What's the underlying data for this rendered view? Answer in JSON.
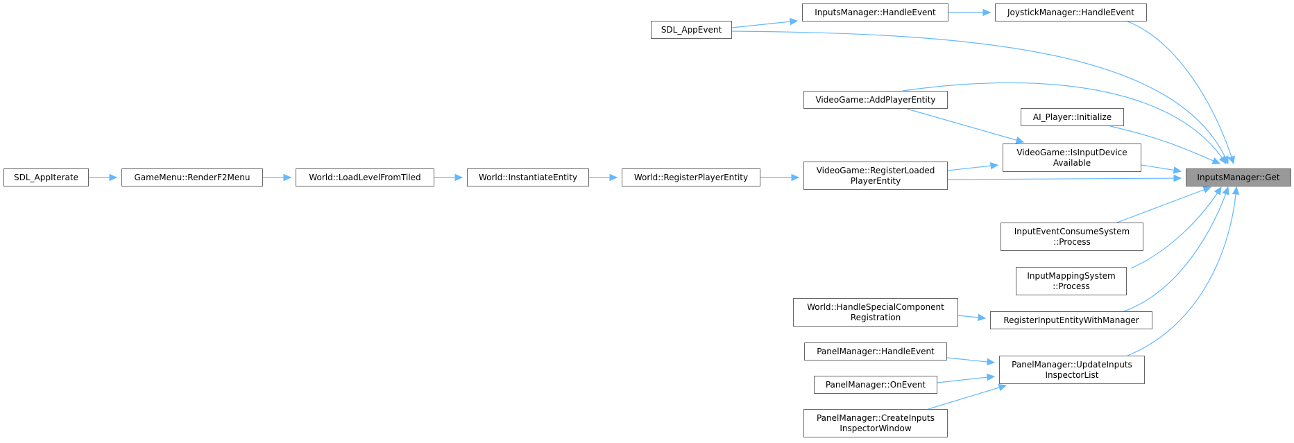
{
  "diagram": {
    "edge_color": "#63b8ff",
    "root_fill": "#999999",
    "node_border": "#666666",
    "nodes": [
      {
        "id": "get",
        "lines": [
          "InputsManager::Get"
        ],
        "root": true
      },
      {
        "id": "sdl_appiterate",
        "lines": [
          "SDL_AppIterate"
        ]
      },
      {
        "id": "render_f2",
        "lines": [
          "GameMenu::RenderF2Menu"
        ]
      },
      {
        "id": "load_level",
        "lines": [
          "World::LoadLevelFromTiled"
        ]
      },
      {
        "id": "instantiate",
        "lines": [
          "World::InstantiateEntity"
        ]
      },
      {
        "id": "register_player",
        "lines": [
          "World::RegisterPlayerEntity"
        ]
      },
      {
        "id": "sdl_appevent",
        "lines": [
          "SDL_AppEvent"
        ]
      },
      {
        "id": "inputs_handle",
        "lines": [
          "InputsManager::HandleEvent"
        ]
      },
      {
        "id": "joystick_handle",
        "lines": [
          "JoystickManager::HandleEvent"
        ]
      },
      {
        "id": "add_player",
        "lines": [
          "VideoGame::AddPlayerEntity"
        ]
      },
      {
        "id": "ai_init",
        "lines": [
          "AI_Player::Initialize"
        ]
      },
      {
        "id": "is_input_device",
        "lines": [
          "VideoGame::IsInputDevice",
          "Available"
        ]
      },
      {
        "id": "register_loaded",
        "lines": [
          "VideoGame::RegisterLoaded",
          "PlayerEntity"
        ]
      },
      {
        "id": "consume_process",
        "lines": [
          "InputEventConsumeSystem",
          "::Process"
        ]
      },
      {
        "id": "mapping_process",
        "lines": [
          "InputMappingSystem",
          "::Process"
        ]
      },
      {
        "id": "handle_special",
        "lines": [
          "World::HandleSpecialComponent",
          "Registration"
        ]
      },
      {
        "id": "register_input_entity",
        "lines": [
          "RegisterInputEntityWithManager"
        ]
      },
      {
        "id": "panel_handle",
        "lines": [
          "PanelManager::HandleEvent"
        ]
      },
      {
        "id": "update_inputs",
        "lines": [
          "PanelManager::UpdateInputs",
          "InspectorList"
        ]
      },
      {
        "id": "panel_onevent",
        "lines": [
          "PanelManager::OnEvent"
        ]
      },
      {
        "id": "create_inputs",
        "lines": [
          "PanelManager::CreateInputs",
          "InspectorWindow"
        ]
      }
    ],
    "edges": [
      {
        "from": "sdl_appiterate",
        "to": "render_f2"
      },
      {
        "from": "render_f2",
        "to": "load_level"
      },
      {
        "from": "load_level",
        "to": "instantiate"
      },
      {
        "from": "instantiate",
        "to": "register_player"
      },
      {
        "from": "register_player",
        "to": "register_loaded"
      },
      {
        "from": "sdl_appevent",
        "to": "inputs_handle"
      },
      {
        "from": "inputs_handle",
        "to": "joystick_handle"
      },
      {
        "from": "joystick_handle",
        "to": "get"
      },
      {
        "from": "sdl_appevent",
        "to": "get"
      },
      {
        "from": "add_player",
        "to": "get"
      },
      {
        "from": "add_player",
        "to": "is_input_device"
      },
      {
        "from": "ai_init",
        "to": "get"
      },
      {
        "from": "is_input_device",
        "to": "get"
      },
      {
        "from": "register_loaded",
        "to": "is_input_device"
      },
      {
        "from": "register_loaded",
        "to": "get"
      },
      {
        "from": "consume_process",
        "to": "get"
      },
      {
        "from": "mapping_process",
        "to": "get"
      },
      {
        "from": "handle_special",
        "to": "register_input_entity"
      },
      {
        "from": "register_input_entity",
        "to": "get"
      },
      {
        "from": "update_inputs",
        "to": "get"
      },
      {
        "from": "panel_handle",
        "to": "update_inputs"
      },
      {
        "from": "panel_onevent",
        "to": "update_inputs"
      },
      {
        "from": "create_inputs",
        "to": "update_inputs"
      }
    ]
  }
}
